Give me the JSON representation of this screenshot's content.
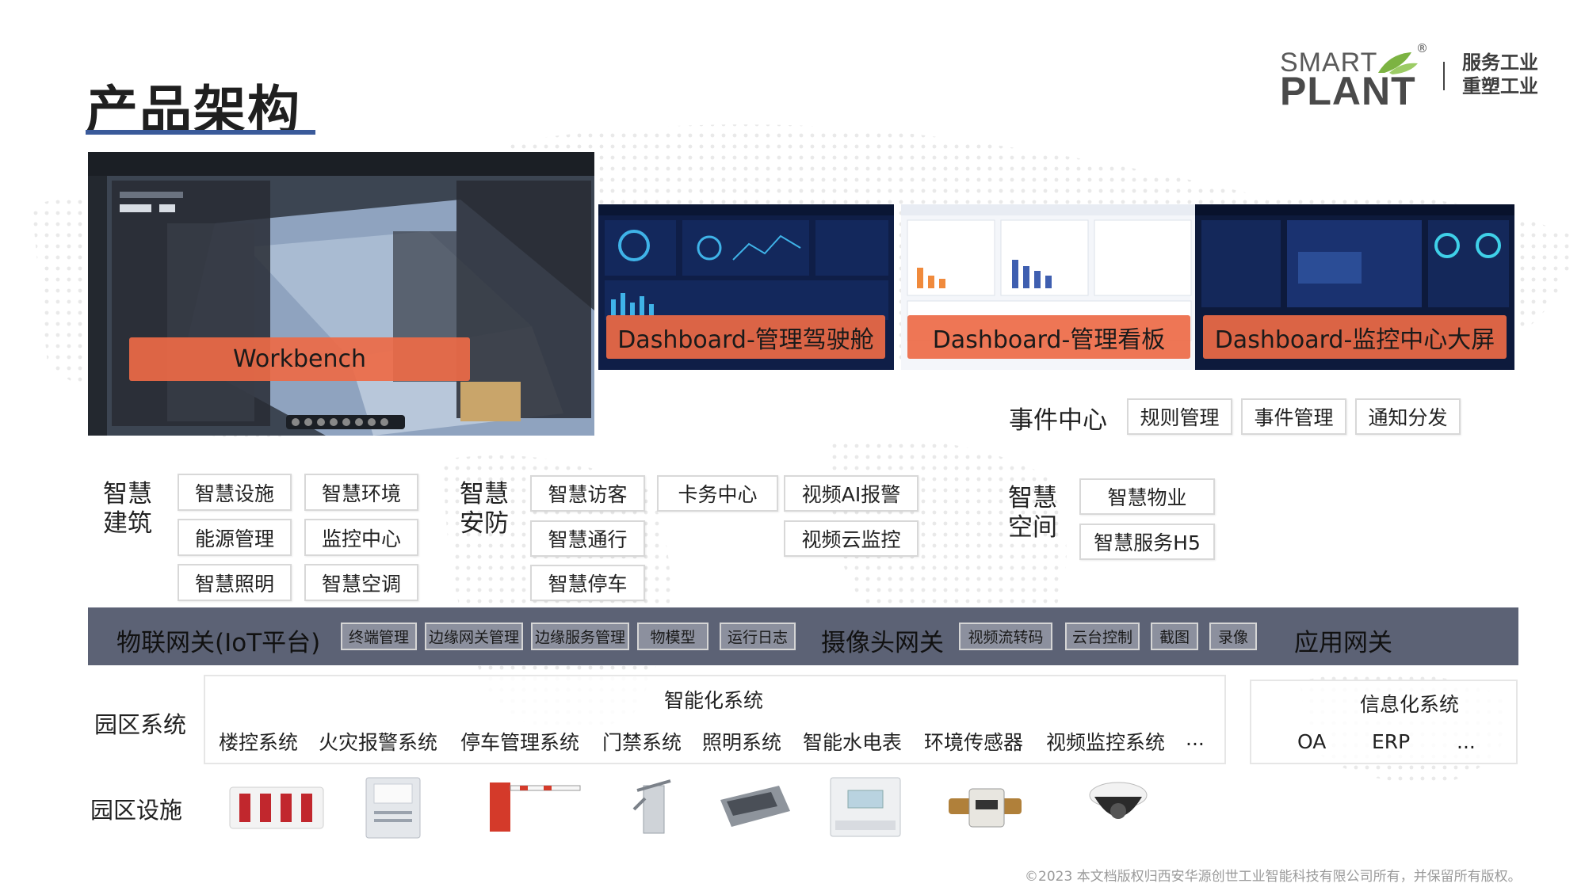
{
  "title": "产品架构",
  "logo": {
    "brand_top": "SMART",
    "brand_bottom": "PLANT",
    "registered": "®",
    "slogan_line1": "服务工业",
    "slogan_line2": "重塑工业"
  },
  "screenshots": {
    "workbench": "Workbench",
    "dashboard_cockpit": "Dashboard-管理驾驶舱",
    "dashboard_board": "Dashboard-管理看板",
    "dashboard_bigscreen": "Dashboard-监控中心大屏"
  },
  "event_center": {
    "title": "事件中心",
    "items": [
      "规则管理",
      "事件管理",
      "通知分发"
    ]
  },
  "smart_building": {
    "label_line1": "智慧",
    "label_line2": "建筑",
    "items": [
      "智慧设施",
      "智慧环境",
      "能源管理",
      "监控中心",
      "智慧照明",
      "智慧空调"
    ]
  },
  "smart_security": {
    "label_line1": "智慧",
    "label_line2": "安防",
    "items": [
      "智慧访客",
      "智慧通行",
      "智慧停车",
      "卡务中心",
      "视频AI报警",
      "视频云监控"
    ]
  },
  "smart_space": {
    "label_line1": "智慧",
    "label_line2": "空间",
    "items": [
      "智慧物业",
      "智慧服务H5"
    ]
  },
  "gateway_bar": {
    "iot_label": "物联网关(IoT平台)",
    "iot_items": [
      "终端管理",
      "边缘网关管理",
      "边缘服务管理",
      "物模型",
      "运行日志"
    ],
    "camera_label": "摄像头网关",
    "camera_items": [
      "视频流转码",
      "云台控制",
      "截图",
      "录像"
    ],
    "app_label": "应用网关"
  },
  "park_system": {
    "label": "园区系统",
    "intelligent": {
      "title": "智能化系统",
      "items": [
        "楼控系统",
        "火灾报警系统",
        "停车管理系统",
        "门禁系统",
        "照明系统",
        "智能水电表",
        "环境传感器",
        "视频监控系统",
        "..."
      ]
    },
    "information": {
      "title": "信息化系统",
      "items": [
        "OA",
        "ERP",
        "..."
      ]
    }
  },
  "park_facilities": {
    "label": "园区设施",
    "devices": [
      "cabinet-icon",
      "panel-box-icon",
      "barrier-gate-icon",
      "turnstile-icon",
      "controller-icon",
      "energy-meter-icon",
      "water-meter-icon",
      "dome-camera-icon"
    ]
  },
  "copyright": "©2023 本文档版权归西安华源创世工业智能科技有限公司所有，并保留所有版权。",
  "colors": {
    "accent_orange": "#ED6A46",
    "gateway_bar": "#5C6275",
    "title_underline": "#3A5A9A"
  }
}
